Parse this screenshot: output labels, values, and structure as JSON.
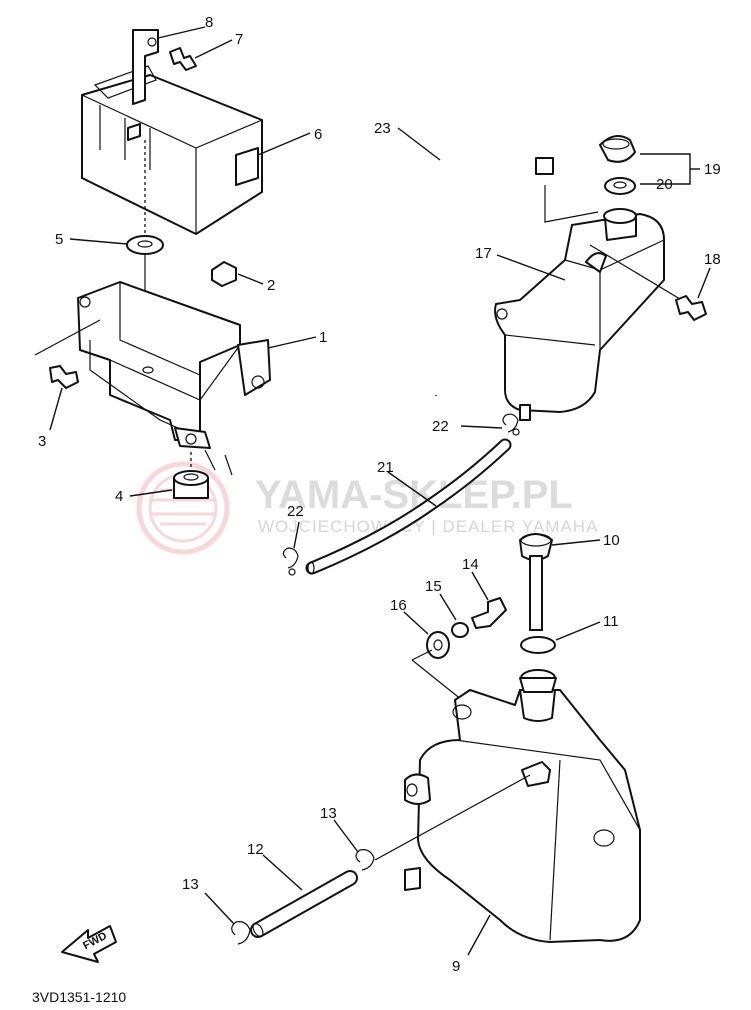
{
  "watermark": {
    "title": "YAMA-SKLEP.PL",
    "subtitle": "WOJCIECHOWSCY | DEALER YAMAHA"
  },
  "diagram_code": "3VD1351-1210",
  "fwd_label": "FWD",
  "callouts": {
    "p1": "1",
    "p2": "2",
    "p3": "3",
    "p4": "4",
    "p5": "5",
    "p6": "6",
    "p7": "7",
    "p8": "8",
    "p9": "9",
    "p10": "10",
    "p11": "11",
    "p12": "12",
    "p13a": "13",
    "p13b": "13",
    "p14": "14",
    "p15": "15",
    "p16": "16",
    "p17": "17",
    "p18": "18",
    "p19": "19",
    "p20": "20",
    "p21": "21",
    "p22a": "22",
    "p22b": "22",
    "p23": "23"
  },
  "colors": {
    "line": "#111111",
    "watermark": "#dcdcdc",
    "logo": "#f2b8b8"
  }
}
